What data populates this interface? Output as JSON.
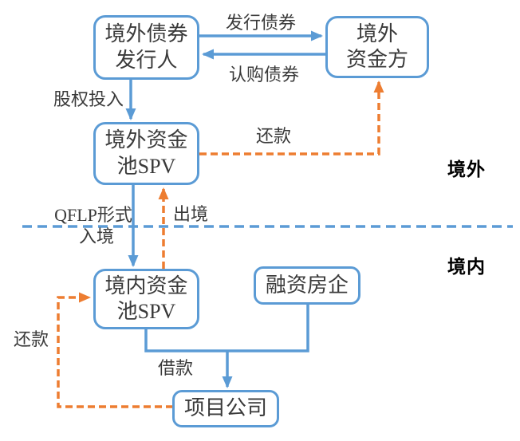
{
  "diagram": {
    "colors": {
      "primary_blue": "#5B9BD5",
      "accent_orange": "#ED7D31",
      "text_dark": "#3A3A3A",
      "region_label": "#000000"
    },
    "nodes": {
      "offshore_bond_issuer": {
        "line1": "境外债券",
        "line2": "发行人"
      },
      "offshore_funder": {
        "line1": "境外",
        "line2": "资金方"
      },
      "offshore_pool_spv": {
        "line1": "境外资金",
        "line2": "池SPV"
      },
      "onshore_pool_spv": {
        "line1": "境内资金",
        "line2": "池SPV"
      },
      "financing_developer": {
        "label": "融资房企"
      },
      "project_company": {
        "label": "项目公司"
      }
    },
    "edge_labels": {
      "issue_bonds": "发行债券",
      "subscribe_bonds": "认购债券",
      "equity_injection": "股权投入",
      "repayment_offshore": "还款",
      "qflp_line1": "QFLP形式",
      "qflp_line2": "入境",
      "exit_abroad": "出境",
      "loan": "借款",
      "repayment_onshore": "还款"
    },
    "region_labels": {
      "offshore": "境外",
      "onshore": "境内"
    }
  }
}
